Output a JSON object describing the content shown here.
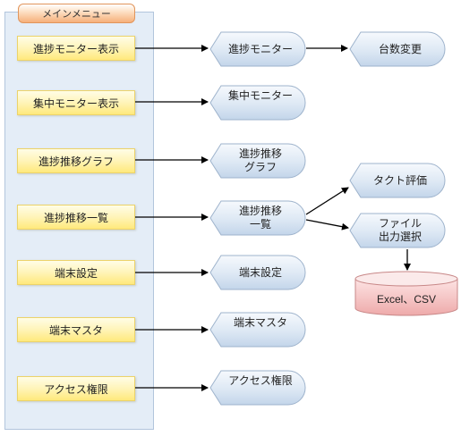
{
  "menu": {
    "title": "メインメニュー",
    "items": [
      {
        "label": "進捗モニター表示"
      },
      {
        "label": "集中モニター表示"
      },
      {
        "label": "進捗推移グラフ"
      },
      {
        "label": "進捗推移一覧"
      },
      {
        "label": "端末設定"
      },
      {
        "label": "端末マスタ"
      },
      {
        "label": "アクセス権限"
      }
    ]
  },
  "screens": {
    "progress_monitor": "進捗モニター",
    "machine_count_change": "台数変更",
    "central_monitor": "集中モニター",
    "progress_graph": "進捗推移\nグラフ",
    "progress_list": "進捗推移\n一覧",
    "tact_evaluation": "タクト評価",
    "file_output_select": "ファイル\n出力選択",
    "terminal_settings": "端末設定",
    "terminal_master": "端末マスタ",
    "access_rights": "アクセス権限"
  },
  "output": {
    "label": "Excel、CSV"
  },
  "colors": {
    "panel": "#e4edf7",
    "menu_button": "#fff4b8",
    "menu_title": "#f6b07a",
    "screen_fill": "#dde8f4",
    "cylinder_fill": "#f5c3c3"
  }
}
